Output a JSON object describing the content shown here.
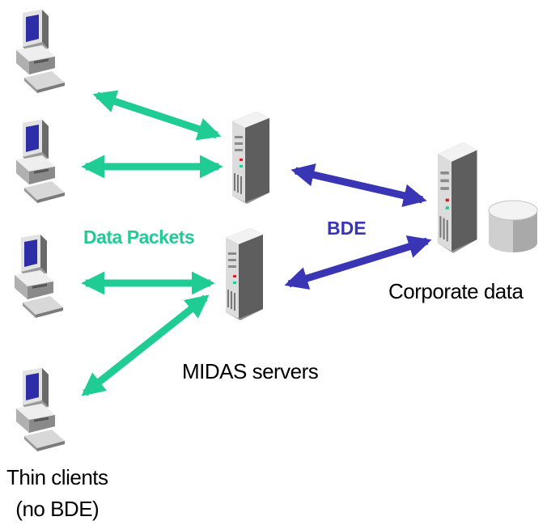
{
  "labels": {
    "data_packets": "Data Packets",
    "bde": "BDE",
    "corporate_data": "Corporate data",
    "midas_servers": "MIDAS servers",
    "thin_clients_line1": "Thin clients",
    "thin_clients_line2": "(no BDE)"
  },
  "colors": {
    "client_link": "#1fcc94",
    "bde_link": "#3a35b4",
    "screen": "#2d2da8",
    "case_light": "#e4e4e4",
    "case_mid": "#b4b4b4",
    "case_dark": "#5a5a5a"
  },
  "icons": {
    "client": "desktop-computer-icon",
    "server": "tower-server-icon",
    "database": "database-cylinder-icon"
  }
}
